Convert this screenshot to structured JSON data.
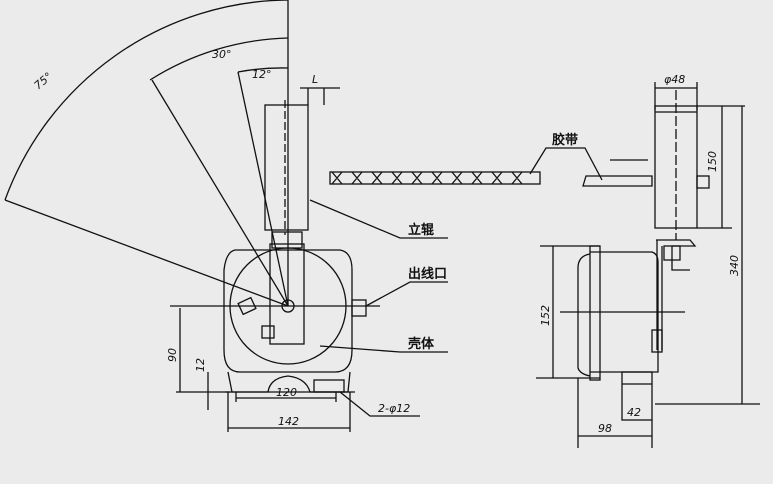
{
  "drawing": {
    "angles": {
      "a75": "75°",
      "a30": "30°",
      "a12": "12°"
    },
    "labels": {
      "offset": "L",
      "belt": "胶带",
      "roller": "立辊",
      "cable_outlet": "出线口",
      "housing": "壳体"
    },
    "dimensions": {
      "height_90": "90",
      "base_12": "12",
      "width_120": "120",
      "width_142": "142",
      "holes": "2-φ12",
      "roller_dia": "φ48",
      "roller_len": "150",
      "total_height": "340",
      "housing_dia": "152",
      "depth_98": "98",
      "base_42": "42"
    }
  }
}
